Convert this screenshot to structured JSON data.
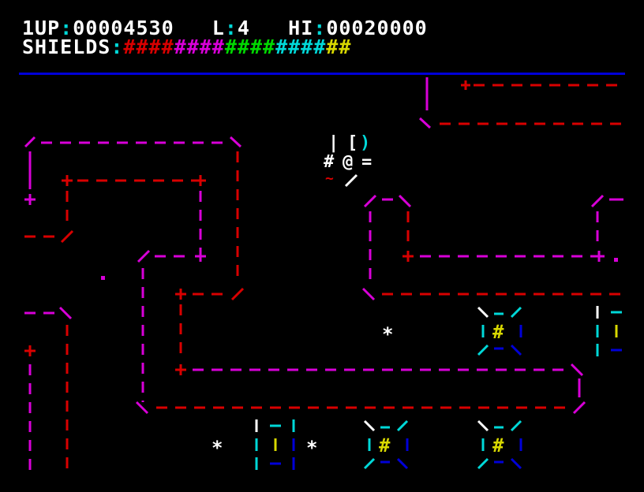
{
  "hud": {
    "player_label": "1UP",
    "score": "00004530",
    "level_label": "L",
    "level": "4",
    "hiscore_label": "HI",
    "hiscore": "00020000",
    "shields_label": "SHIELDS",
    "separator": ":",
    "shield_glyph": "#",
    "shield_blocks": [
      {
        "count": 4,
        "color": "#d80000"
      },
      {
        "count": 4,
        "color": "#d800d8"
      },
      {
        "count": 4,
        "color": "#00d800"
      },
      {
        "count": 4,
        "color": "#00d8d8"
      },
      {
        "count": 2,
        "color": "#d8d800"
      }
    ]
  },
  "colors": {
    "background": "#000000",
    "divider": "#0000d8",
    "wall_magenta": "#d800d8",
    "wall_red": "#d80000",
    "white": "#ffffff",
    "cyan": "#00d8d8",
    "yellow": "#d8d800",
    "blue": "#0000d8"
  },
  "sprites": {
    "player_ship": "player-ship",
    "enemy_generator": "generator",
    "star": "*"
  }
}
